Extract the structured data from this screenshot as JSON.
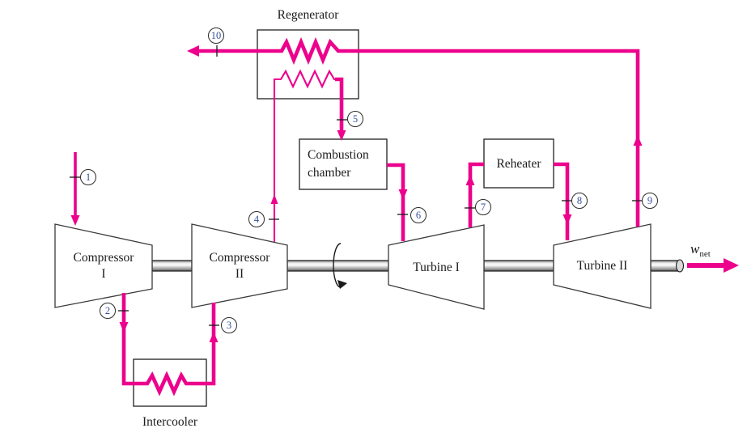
{
  "figure": {
    "description": "Gas-turbine engine schematic with two-stage compression with intercooling, two-stage expansion with reheating, and regeneration"
  },
  "components": {
    "regenerator": "Regenerator",
    "combustion_chamber_line1": "Combustion",
    "combustion_chamber_line2": "chamber",
    "reheater": "Reheater",
    "intercooler": "Intercooler",
    "compressor1_line1": "Compressor",
    "compressor1_line2": "I",
    "compressor2_line1": "Compressor",
    "compressor2_line2": "II",
    "turbine1": "Turbine I",
    "turbine2": "Turbine II"
  },
  "states": {
    "s1": "1",
    "s2": "2",
    "s3": "3",
    "s4": "4",
    "s5": "5",
    "s6": "6",
    "s7": "7",
    "s8": "8",
    "s9": "9",
    "s10": "10"
  },
  "output": {
    "symbol": "w",
    "subscript": "net"
  },
  "colors": {
    "flow_line": "#ec008c",
    "state_number": "#35509d",
    "component_outline": "#333333",
    "shaft_light": "#fafafa",
    "shaft_dark": "#5f5f5f",
    "background": "#ffffff"
  }
}
